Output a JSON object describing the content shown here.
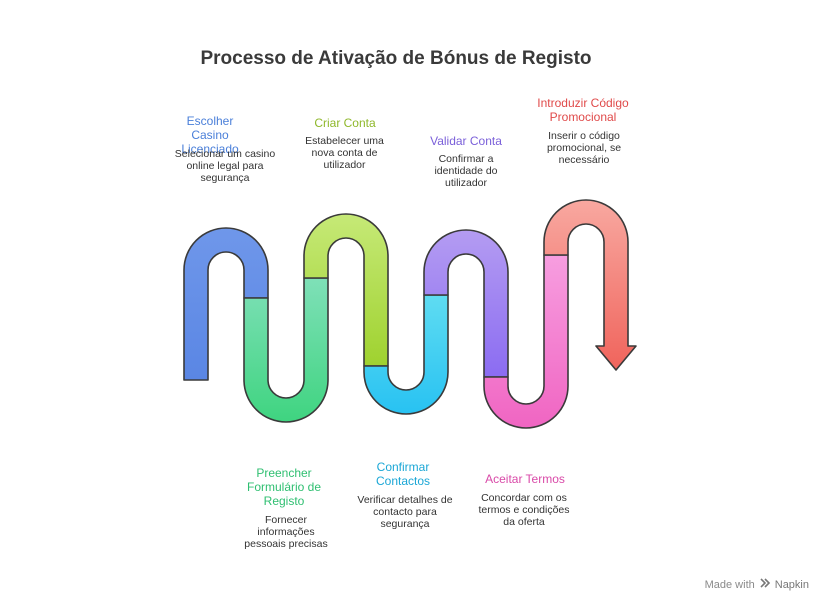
{
  "title": "Processo de Ativação de Bónus de Registo",
  "steps": [
    {
      "title": "Escolher Casino Licenciado",
      "desc": "Selecionar um casino online legal para segurança",
      "color": "#4a7fd9"
    },
    {
      "title": "Preencher Formulário de Registo",
      "desc": "Fornecer informações pessoais precisas",
      "color": "#2fbf71"
    },
    {
      "title": "Criar Conta",
      "desc": "Estabelecer uma nova conta de utilizador",
      "color": "#8fb82b"
    },
    {
      "title": "Confirmar Contactos",
      "desc": "Verificar detalhes de contacto para segurança",
      "color": "#1ba7d6"
    },
    {
      "title": "Validar Conta",
      "desc": "Confirmar a identidade do utilizador",
      "color": "#7a5fd9"
    },
    {
      "title": "Aceitar Termos",
      "desc": "Concordar com os termos e condições da oferta",
      "color": "#d94aa8"
    },
    {
      "title": "Introduzir Código Promocional",
      "desc": "Inserir o código promocional, se necessário",
      "color": "#e04a4a"
    }
  ],
  "footer": {
    "text": "Made with",
    "brand": "Napkin",
    "icon": "napkin-logo-icon"
  }
}
